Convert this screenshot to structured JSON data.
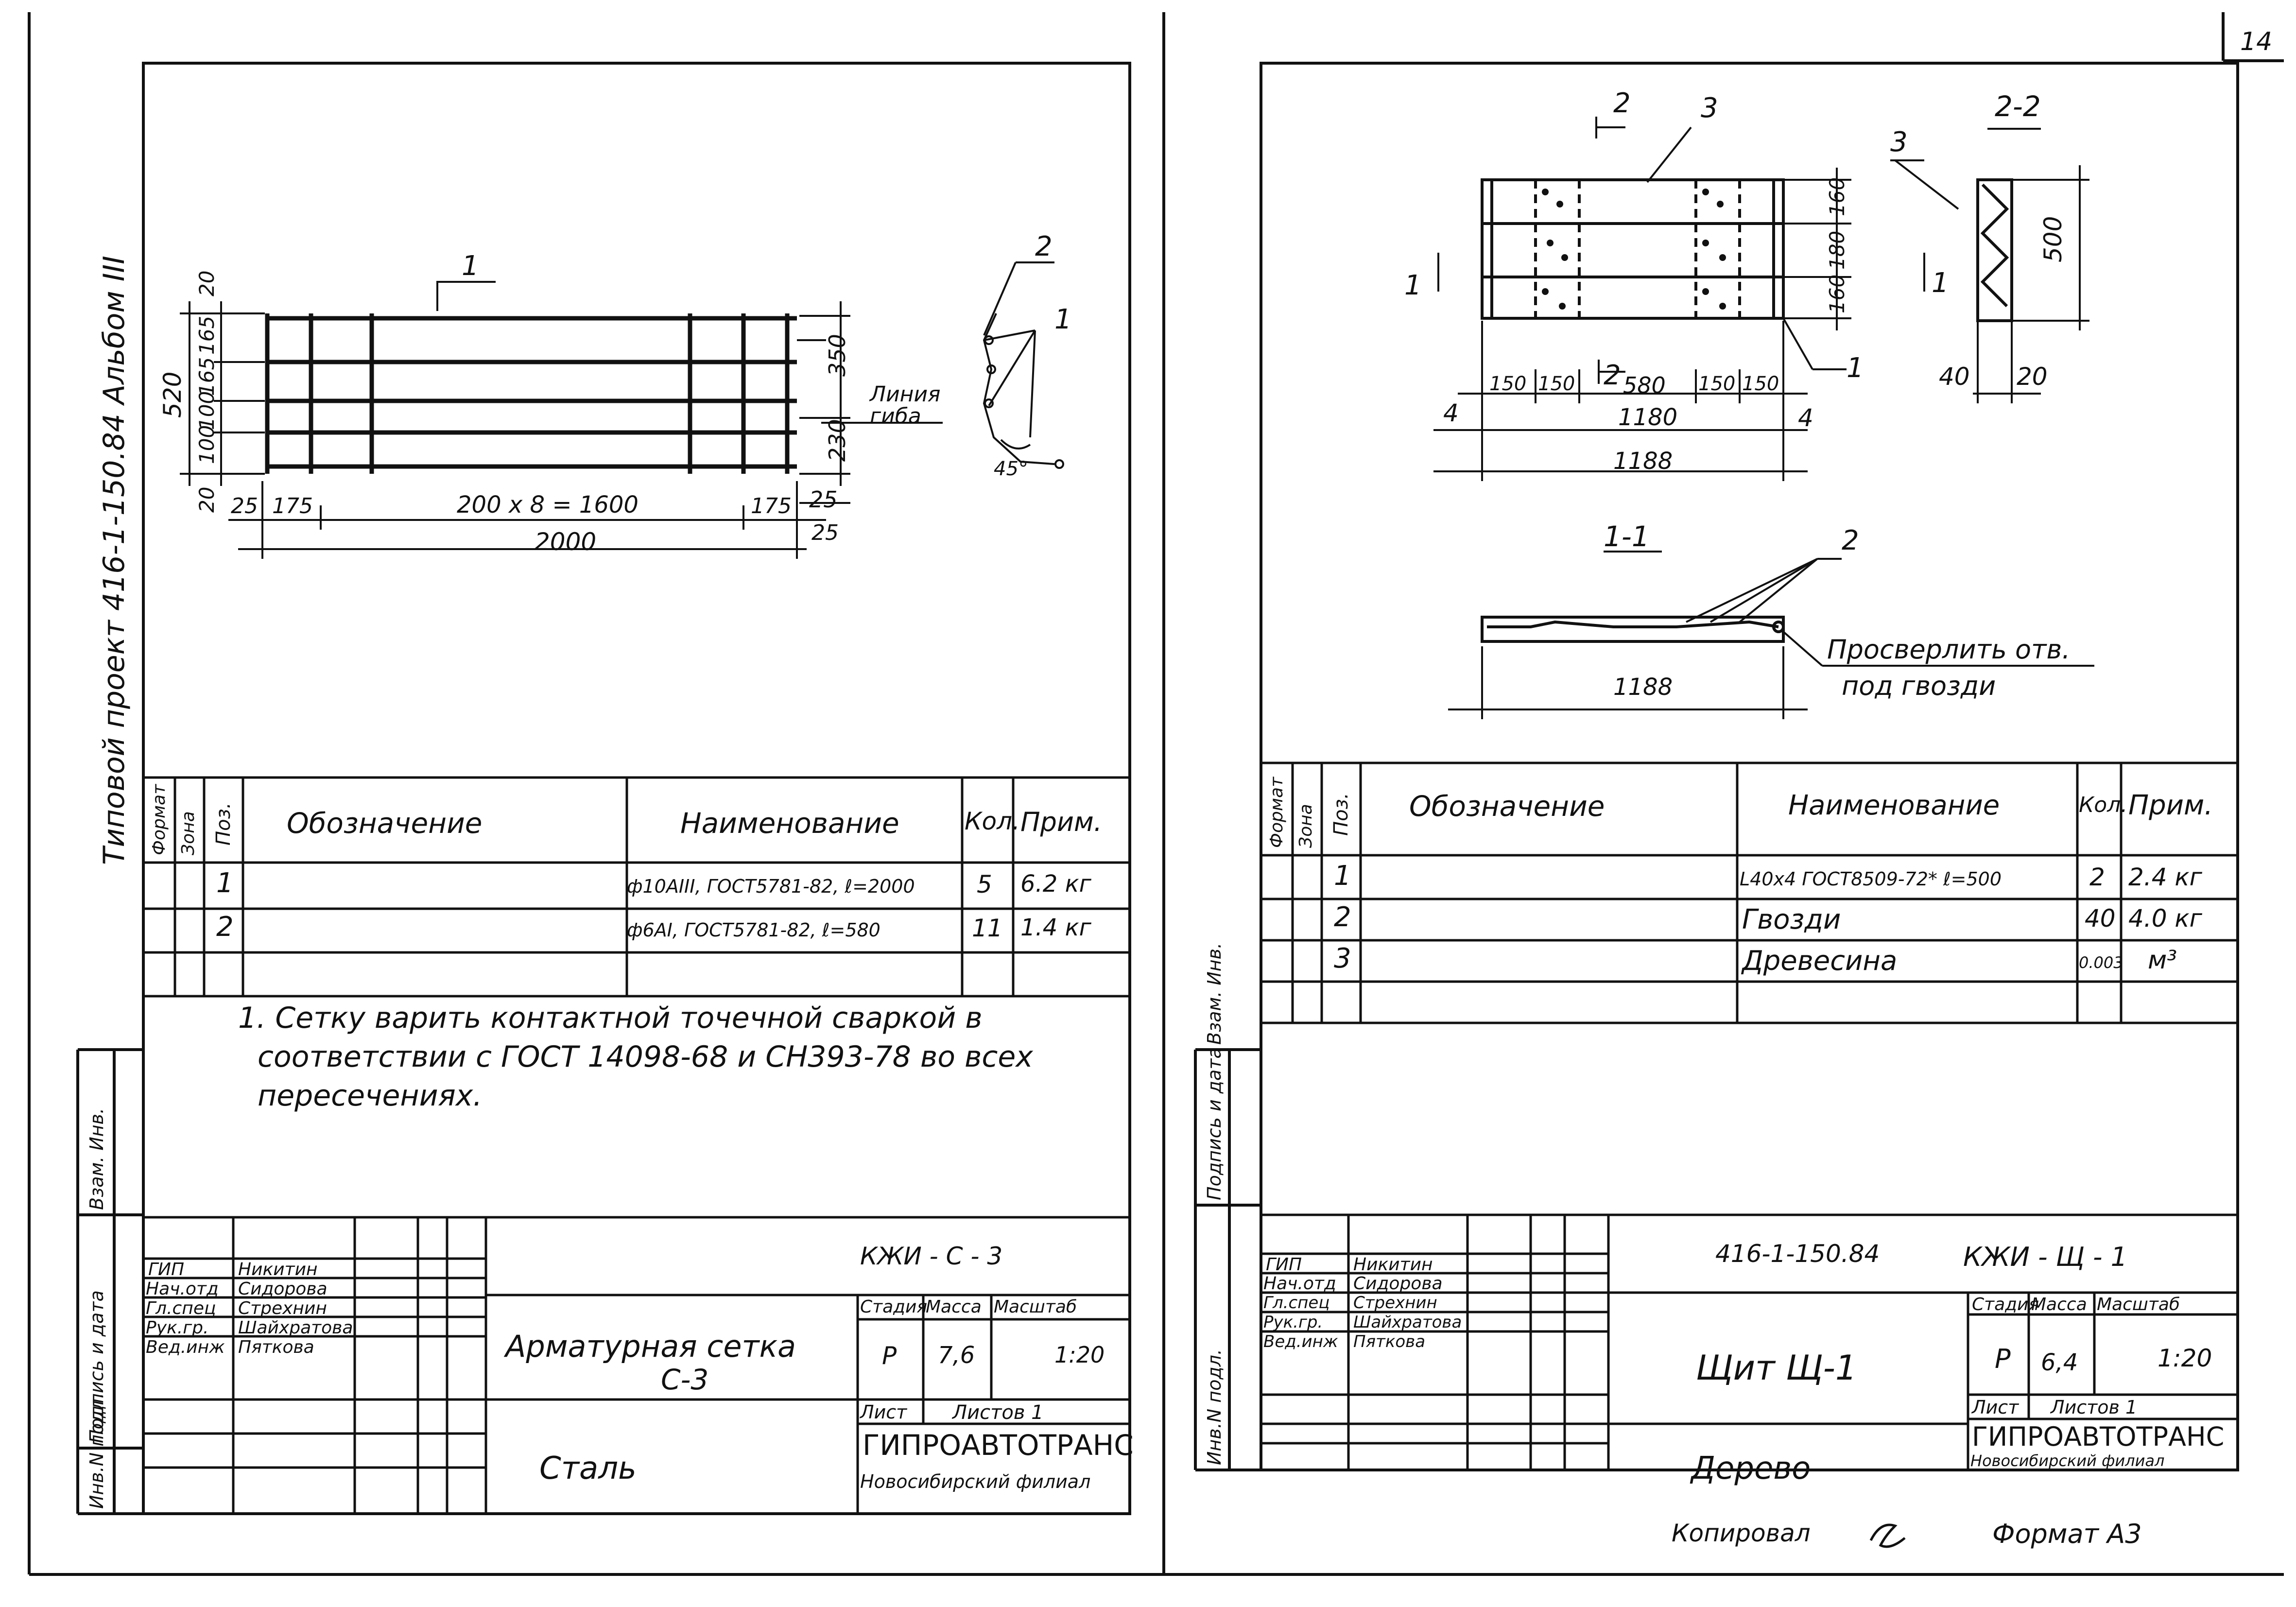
{
  "page_number": "14",
  "left": {
    "margin_label": "Типовой проект 416-1-150.84 Альбом III",
    "margin_cells": [
      "Инв.N подл.",
      "Подпись и дата",
      "Взам. Инв."
    ],
    "drawing": {
      "callouts": [
        "1",
        "2",
        "1"
      ],
      "dims_v_left": [
        "20",
        "165",
        "165",
        "100",
        "100",
        "20"
      ],
      "dim_total_left": "520",
      "dims_v_right": [
        "350",
        "230",
        "25"
      ],
      "bend_note": [
        "Линия",
        "гиба"
      ],
      "angle": "45°",
      "dims_h": [
        "25",
        "175",
        "200 x 8 = 1600",
        "175",
        "25"
      ],
      "dim_total": "2000"
    },
    "spec": {
      "headers": {
        "format": "Формат",
        "zone": "Зона",
        "pos": "Поз.",
        "designation": "Обозначение",
        "name": "Наименование",
        "qty": "Кол.",
        "note": "Прим."
      },
      "rows": [
        {
          "pos": "1",
          "name": "ф10АIII, ГОСТ5781-82, ℓ=2000",
          "qty": "5",
          "note": "6.2 кг"
        },
        {
          "pos": "2",
          "name": "ф6АI, ГОСТ5781-82, ℓ=580",
          "qty": "11",
          "note": "1.4 кг"
        }
      ]
    },
    "note_text": [
      "1. Сетку варить контактной точечной сваркой в",
      "соответствии с ГОСТ 14098-68 и СН393-78 во всех",
      "пересечениях."
    ],
    "title": {
      "roles": [
        "ГИП",
        "Нач.отд",
        "Гл.спец",
        "Рук.гр.",
        "Вед.инж"
      ],
      "names": [
        "Никитин",
        "Сидорова",
        "Стрехнин",
        "Шайхратова",
        "Пяткова"
      ],
      "code": "КЖИ - С - 3",
      "item": [
        "Арматурная сетка",
        "С-3"
      ],
      "material": "Сталь",
      "stage_label": "Стадия",
      "mass_label": "Масса",
      "scale_label": "Масштаб",
      "stage": "Р",
      "mass": "7,6",
      "scale": "1:20",
      "sheet_label": "Лист",
      "sheets_label": "Листов 1",
      "org": "ГИПРОАВТОТРАНС",
      "branch": "Новосибирский филиал"
    }
  },
  "right": {
    "margin_cells": [
      "Инв.N подл.",
      "Подпись и дата",
      "Взам. Инв."
    ],
    "drawing": {
      "callouts": [
        "2",
        "3",
        "1",
        "1",
        "2",
        "1",
        "2",
        "3"
      ],
      "section_22": "2-2",
      "section_11": "1-1",
      "dims_v": [
        "160",
        "180",
        "160"
      ],
      "dim_500": "500",
      "dims_40_20": [
        "40",
        "20"
      ],
      "dims_h": [
        "150",
        "150",
        "580",
        "150",
        "150"
      ],
      "dim_4": [
        "4",
        "4"
      ],
      "dim_1180": "1180",
      "dim_1188": "1188",
      "dim_1188b": "1188",
      "drill_note": [
        "Просверлить отв.",
        "под гвозди"
      ]
    },
    "spec": {
      "headers": {
        "format": "Формат",
        "zone": "Зона",
        "pos": "Поз.",
        "designation": "Обозначение",
        "name": "Наименование",
        "qty": "Кол.",
        "note": "Прим."
      },
      "rows": [
        {
          "pos": "1",
          "name": "L40x4 ГОСТ8509-72* ℓ=500",
          "qty": "2",
          "note": "2.4 кг"
        },
        {
          "pos": "2",
          "name": "Гвозди",
          "qty": "40",
          "note": "4.0 кг"
        },
        {
          "pos": "3",
          "name": "Древесина",
          "qty": "0.003",
          "note": "м³"
        }
      ]
    },
    "title": {
      "roles": [
        "ГИП",
        "Нач.отд",
        "Гл.спец",
        "Рук.гр.",
        "Вед.инж"
      ],
      "names": [
        "Никитин",
        "Сидорова",
        "Стрехнин",
        "Шайхратова",
        "Пяткова"
      ],
      "project": "416-1-150.84",
      "code": "КЖИ - Щ - 1",
      "item": "Щит Щ-1",
      "material": "Дерево",
      "stage_label": "Стадия",
      "mass_label": "Масса",
      "scale_label": "Масштаб",
      "stage": "Р",
      "mass": "6,4",
      "scale": "1:20",
      "sheet_label": "Лист",
      "sheets_label": "Листов 1",
      "org": "ГИПРОАВТОТРАНС",
      "branch": "Новосибирский филиал"
    }
  },
  "footer": {
    "copied": "Копировал",
    "format": "Формат А3"
  }
}
